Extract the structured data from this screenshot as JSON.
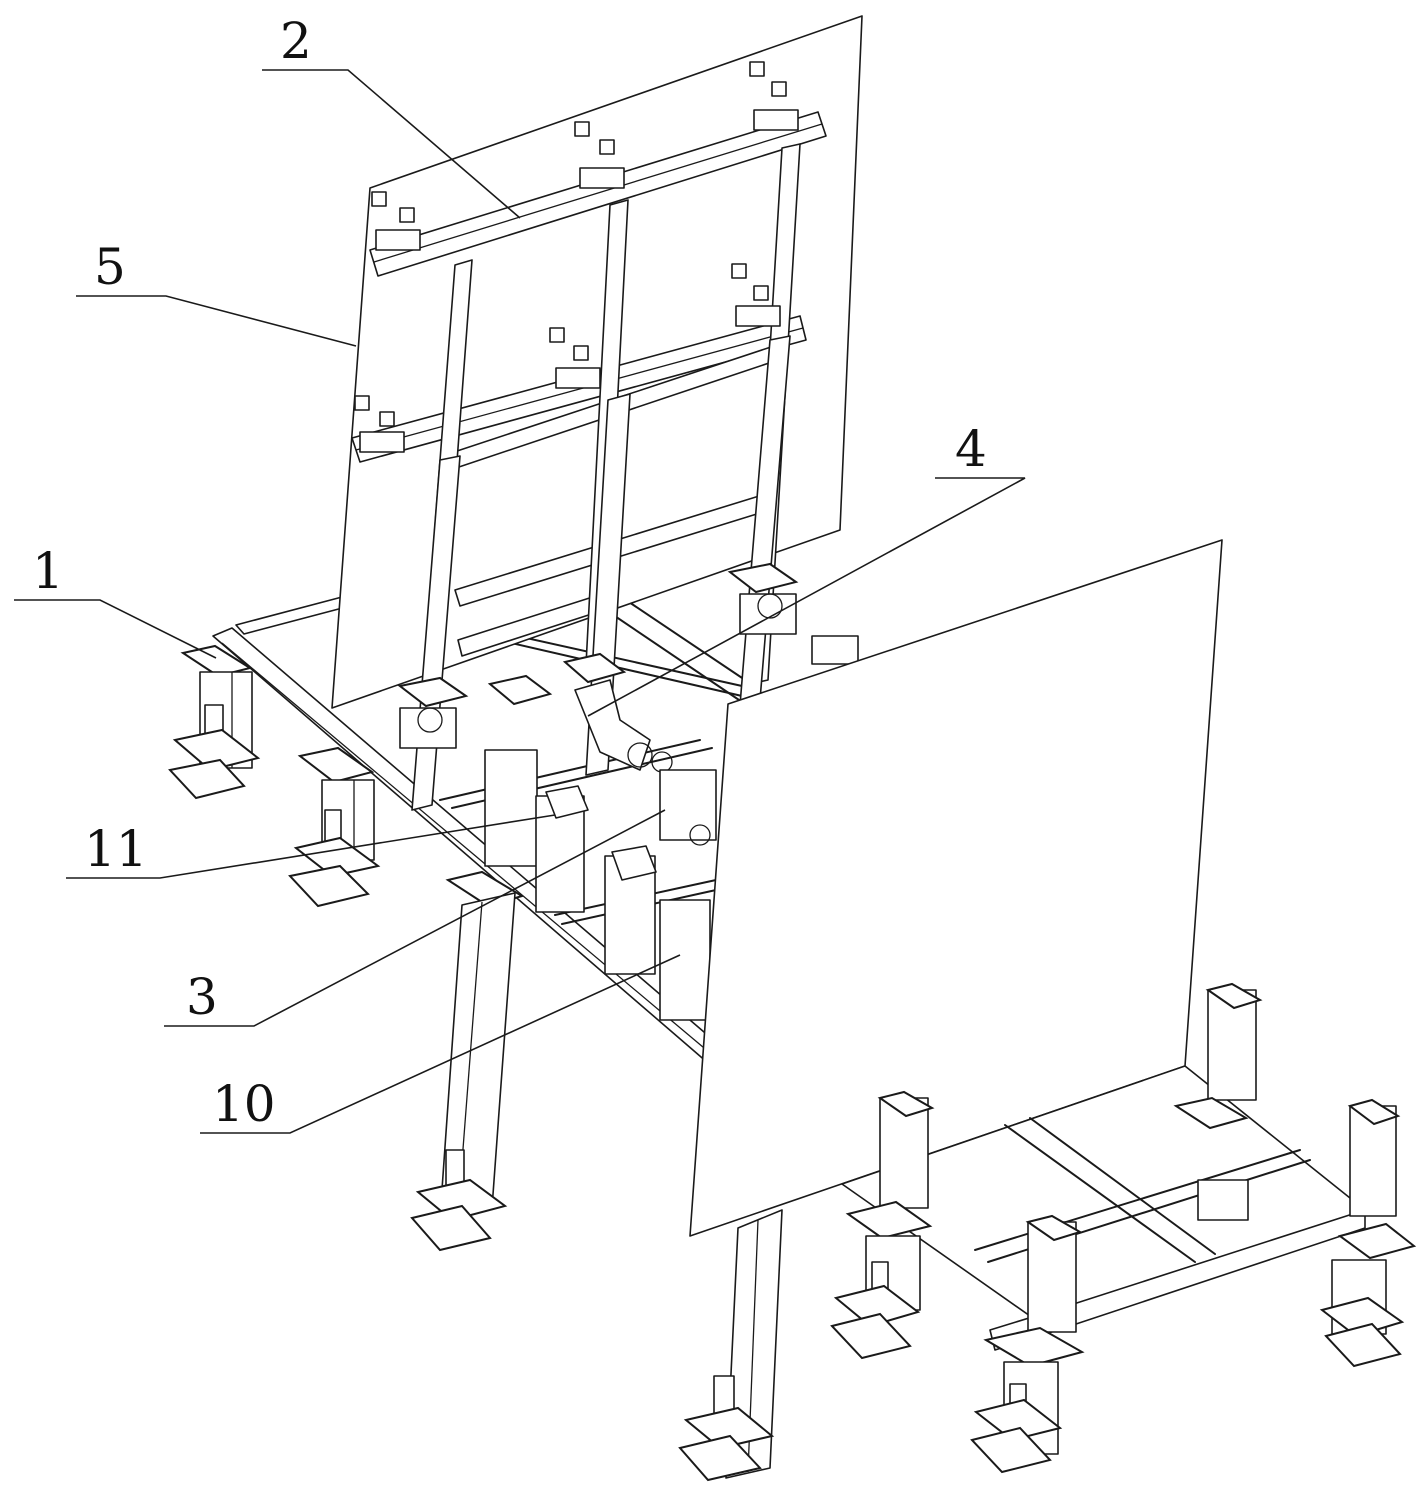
{
  "labels": {
    "l1": "1",
    "l2": "2",
    "l3": "3",
    "l4": "4",
    "l5": "5",
    "l10": "10",
    "l11": "11"
  },
  "colors": {
    "line": "#1a1a1a",
    "background": "#ffffff"
  }
}
